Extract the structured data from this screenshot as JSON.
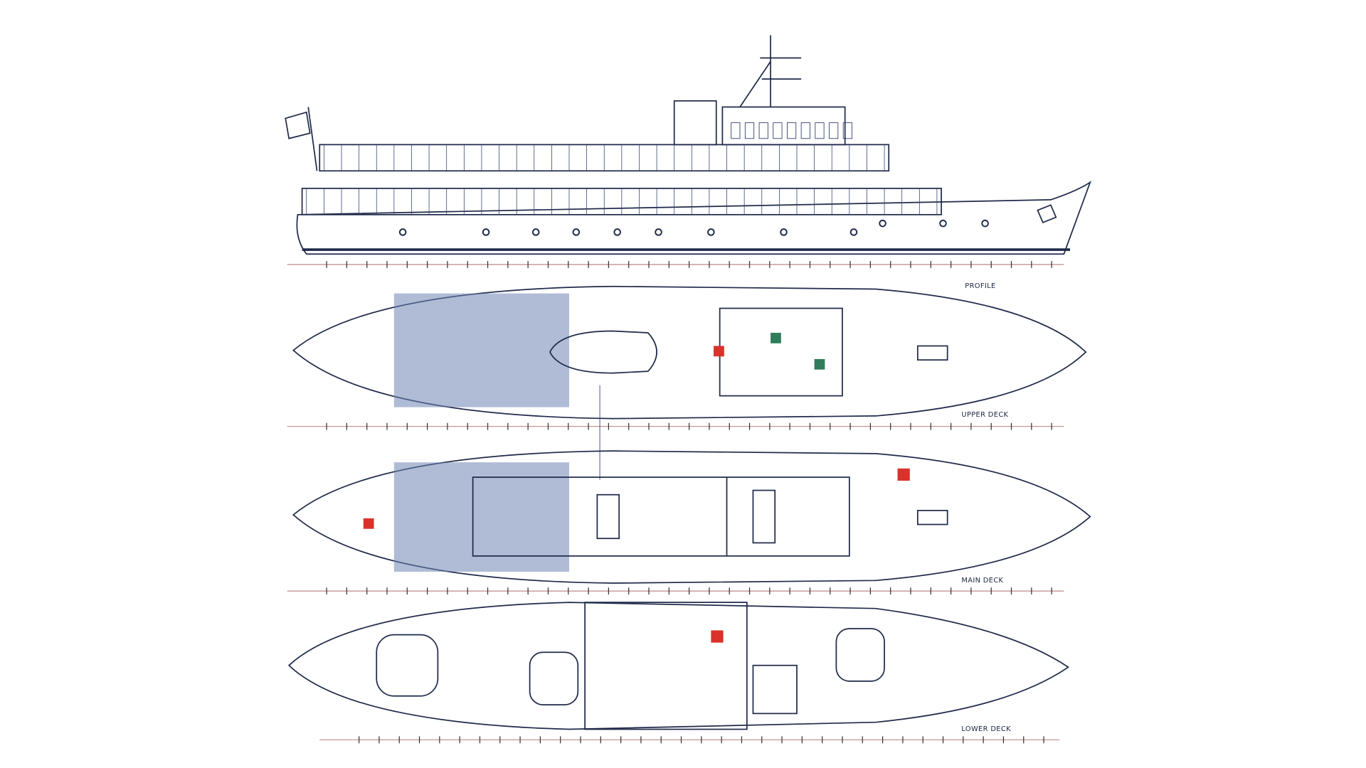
{
  "drawing": {
    "views": [
      {
        "id": "profile",
        "label": "PROFILE"
      },
      {
        "id": "upper",
        "label": "UPPER DECK"
      },
      {
        "id": "main",
        "label": "MAIN DECK"
      },
      {
        "id": "lower",
        "label": "LOWER DECK"
      }
    ]
  },
  "colors": {
    "deck_fill": "#c6d6ee",
    "teak_fill": "#6f85b4",
    "line": "#1f2a4a",
    "accent_red": "#d8322a",
    "accent_green": "#2f7d5a"
  }
}
